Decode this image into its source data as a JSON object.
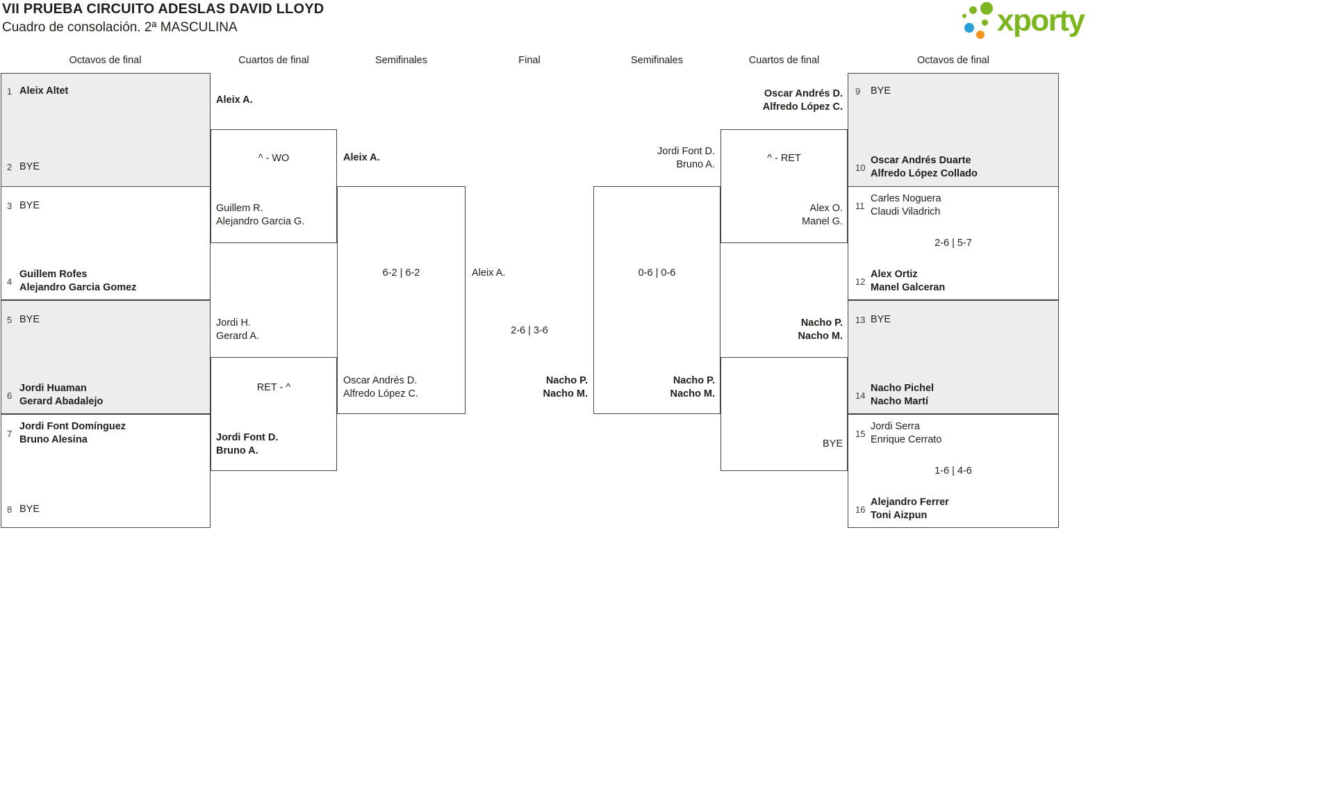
{
  "header": {
    "title": "VII PRUEBA CIRCUITO ADESLAS DAVID LLOYD",
    "subtitle": "Cuadro de consolación. 2ª MASCULINA"
  },
  "logo": {
    "brand": "xporty"
  },
  "colors": {
    "brand_green": "#7cb520",
    "brand_blue": "#299fd6",
    "brand_orange": "#f7941d",
    "shaded_box": "#ededed",
    "line": "#454545",
    "text": "#1d1d1b"
  },
  "round_headers": {
    "left_r16": "Octavos de final",
    "left_qf": "Cuartos de final",
    "left_sf": "Semifinales",
    "final": "Final",
    "right_sf": "Semifinales",
    "right_qf": "Cuartos de final",
    "right_r16": "Octavos de final"
  },
  "round16": {
    "left": [
      {
        "seed": "1",
        "lines": [
          "Aleix Altet"
        ]
      },
      {
        "seed": "2",
        "lines": [
          "BYE"
        ]
      },
      {
        "seed": "3",
        "lines": [
          "BYE"
        ]
      },
      {
        "seed": "4",
        "lines": [
          "Guillem Rofes",
          "Alejandro Garcia Gomez"
        ]
      },
      {
        "seed": "5",
        "lines": [
          "BYE"
        ]
      },
      {
        "seed": "6",
        "lines": [
          "Jordi Huaman",
          "Gerard Abadalejo"
        ]
      },
      {
        "seed": "7",
        "lines": [
          "Jordi Font Domínguez",
          "Bruno Alesina"
        ]
      },
      {
        "seed": "8",
        "lines": [
          "BYE"
        ]
      }
    ],
    "right": [
      {
        "seed": "9",
        "lines": [
          "BYE"
        ]
      },
      {
        "seed": "10",
        "lines": [
          "Oscar Andrés Duarte",
          "Alfredo López Collado"
        ]
      },
      {
        "seed": "11",
        "lines": [
          "Carles Noguera",
          "Claudi Viladrich"
        ]
      },
      {
        "seed": "12",
        "lines": [
          "Alex Ortiz",
          "Manel Galceran"
        ]
      },
      {
        "seed": "13",
        "lines": [
          "BYE"
        ]
      },
      {
        "seed": "14",
        "lines": [
          "Nacho Pichel",
          "Nacho Martí"
        ]
      },
      {
        "seed": "15",
        "lines": [
          "Jordi Serra",
          "Enrique Cerrato"
        ]
      },
      {
        "seed": "16",
        "lines": [
          "Alejandro Ferrer",
          "Toni Aizpun"
        ]
      }
    ],
    "scores": {
      "match_11_12": "2-6 | 5-7",
      "match_15_16": "1-6 | 4-6"
    }
  },
  "quarterfinals": {
    "left": [
      {
        "top": {
          "lines": [
            "Aleix A."
          ]
        },
        "score": "^ - WO",
        "bottom": {
          "lines": [
            "Guillem R.",
            "Alejandro Garcia G."
          ]
        }
      },
      {
        "top": {
          "lines": [
            "Jordi H.",
            "Gerard A."
          ]
        },
        "score": "RET - ^",
        "bottom": {
          "lines": [
            "Jordi Font D.",
            "Bruno A."
          ]
        }
      }
    ],
    "right": [
      {
        "top": {
          "lines": [
            "Oscar Andrés D.",
            "Alfredo López C."
          ]
        },
        "score": "^ - RET",
        "bottom": {
          "lines": [
            "Alex O.",
            "Manel G."
          ]
        }
      },
      {
        "top": {
          "lines": [
            "Nacho P.",
            "Nacho M."
          ]
        },
        "score": "",
        "bottom": {
          "lines": [
            "BYE"
          ]
        }
      }
    ]
  },
  "semifinals": {
    "left": {
      "top": {
        "lines": [
          "Aleix A."
        ]
      },
      "score": "6-2 | 6-2",
      "bottom": {
        "lines": [
          "Oscar Andrés D.",
          "Alfredo López C."
        ]
      }
    },
    "right": {
      "top": {
        "lines": [
          "Jordi Font D.",
          "Bruno A."
        ]
      },
      "score": "0-6 | 0-6",
      "bottom": {
        "lines": [
          "Nacho P.",
          "Nacho M."
        ]
      }
    }
  },
  "final": {
    "left": {
      "lines": [
        "Aleix A."
      ]
    },
    "score": "2-6 | 3-6",
    "right": {
      "lines": [
        "Nacho P.",
        "Nacho M."
      ]
    }
  }
}
